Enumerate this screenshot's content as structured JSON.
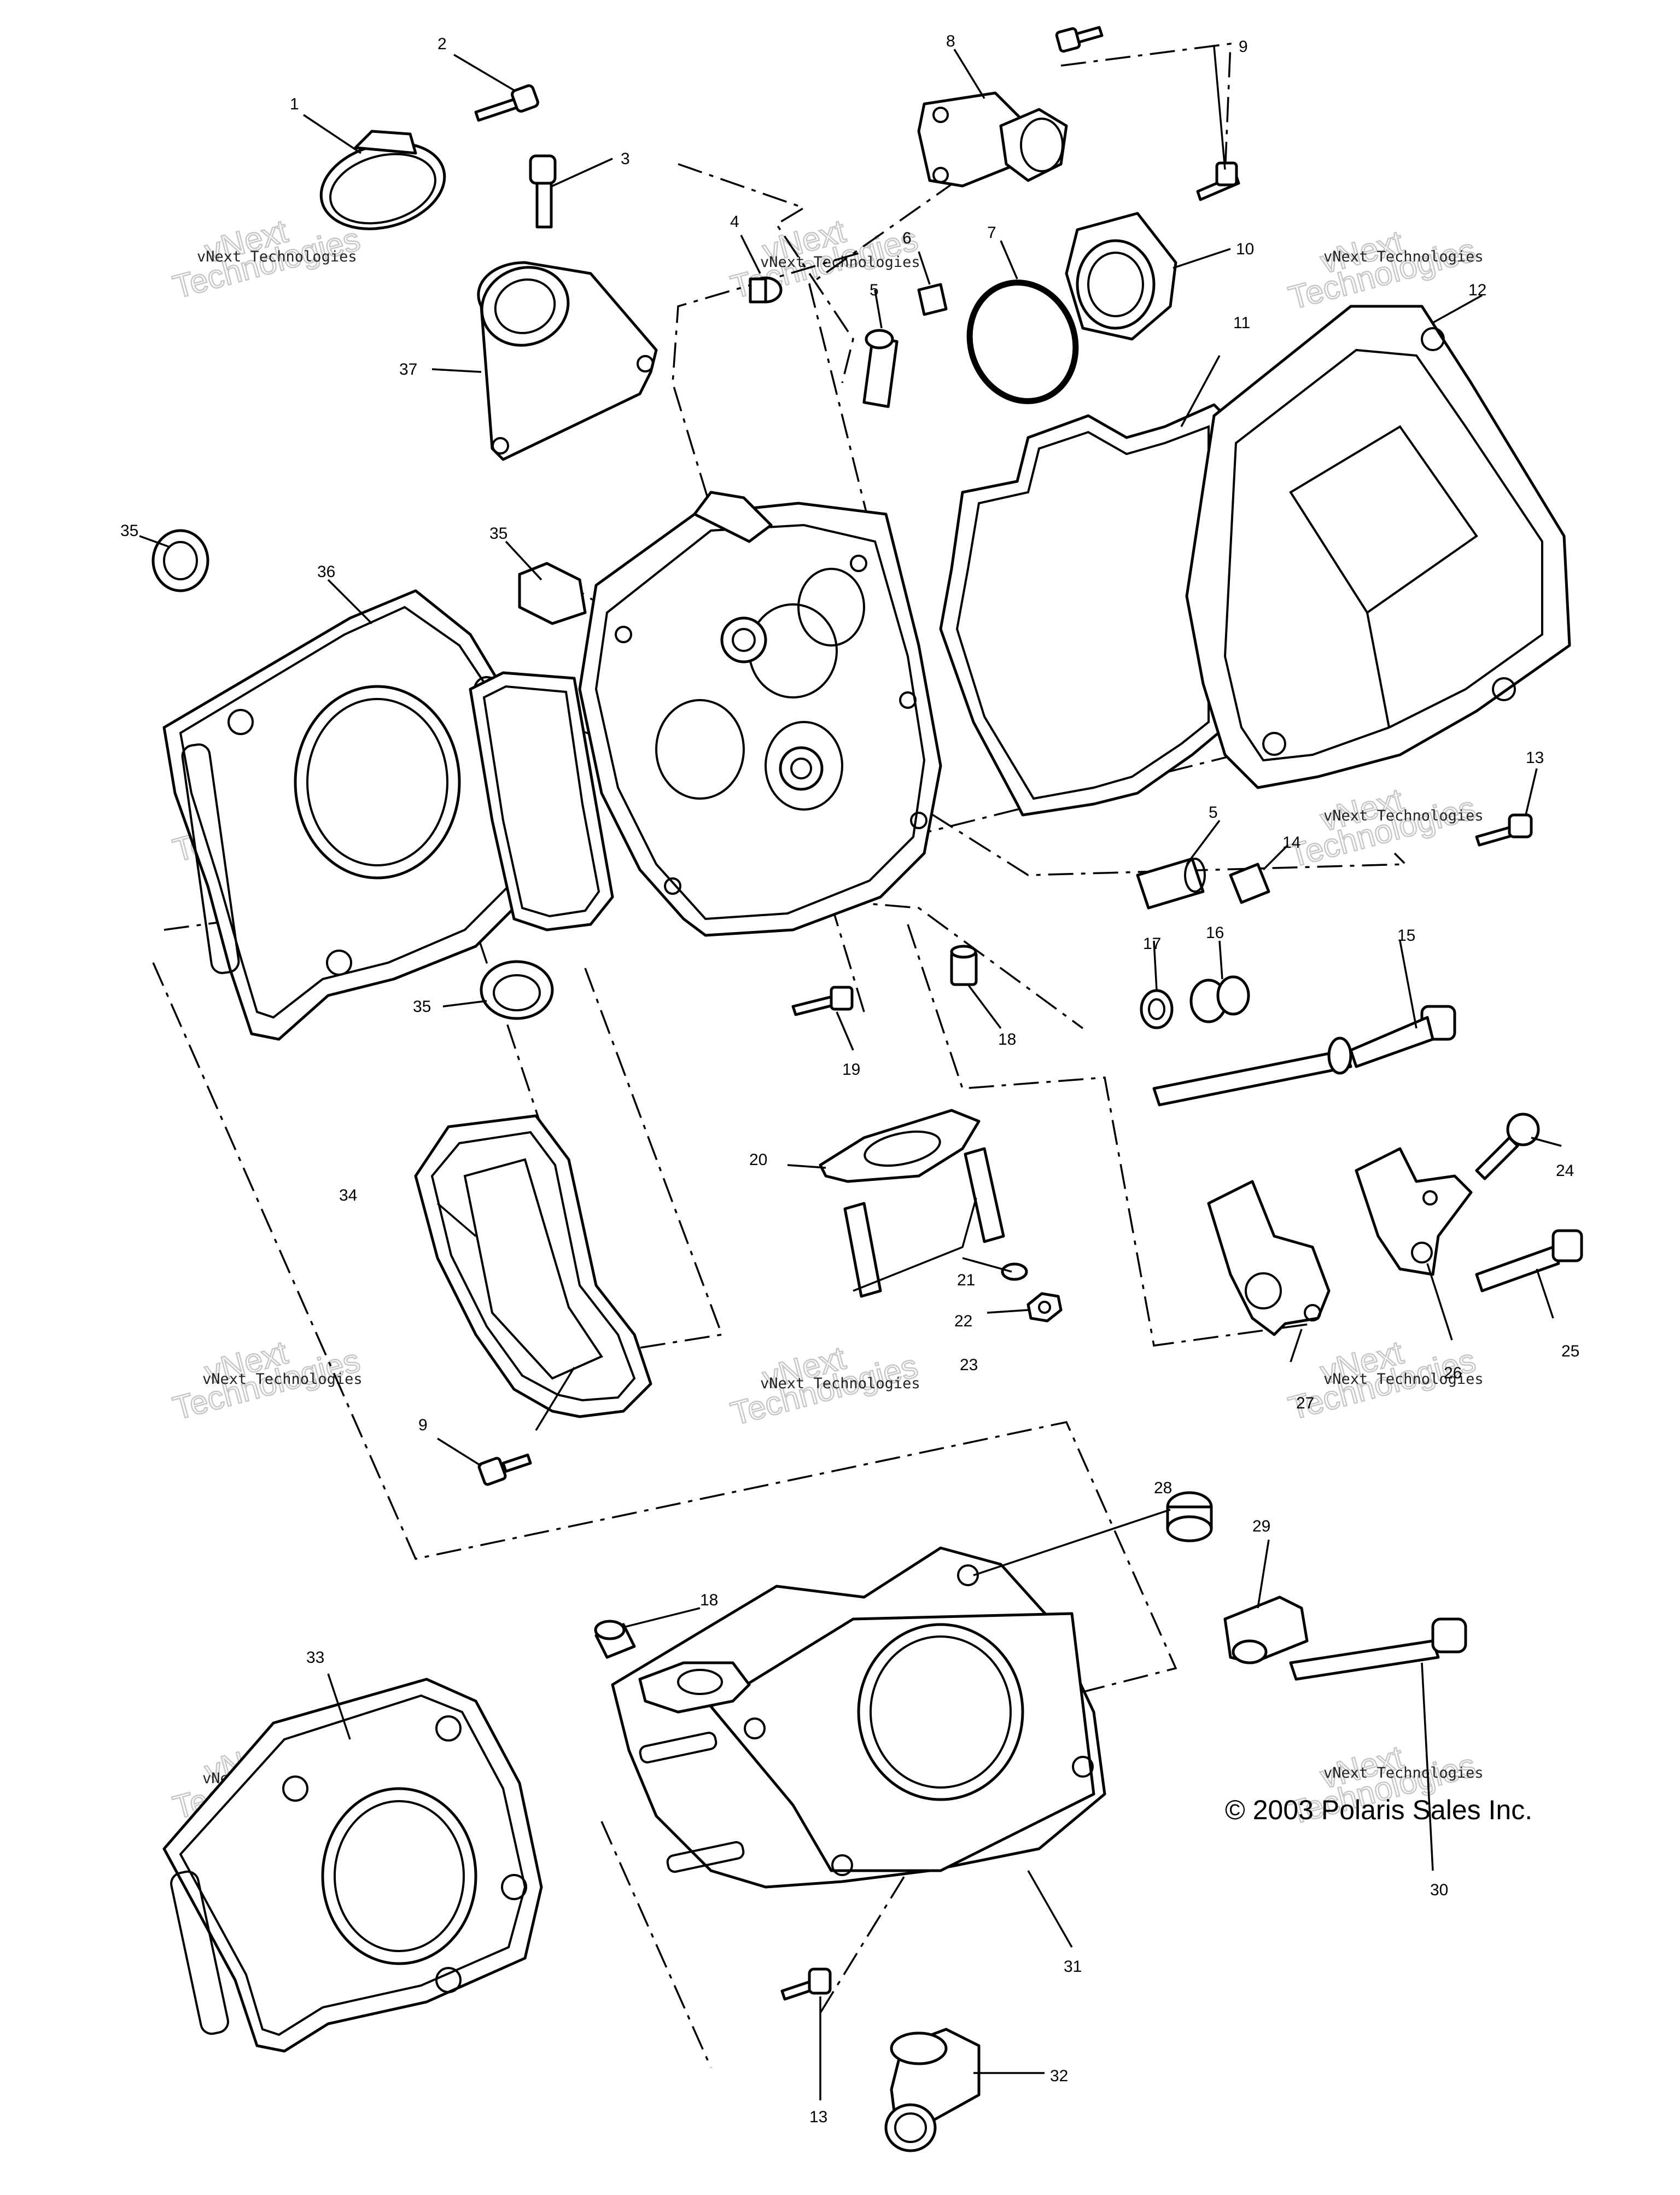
{
  "copyright": "© 2003 Polaris Sales Inc.",
  "watermark": {
    "line1": "vNext Technologies",
    "line2": "vNext",
    "line3": "Technologies"
  },
  "callouts": {
    "c1": "1",
    "c2": "2",
    "c3": "3",
    "c4": "4",
    "c5a": "5",
    "c5b": "5",
    "c6": "6",
    "c7": "7",
    "c8": "8",
    "c9a": "9",
    "c9b": "9",
    "c10": "10",
    "c11": "11",
    "c12": "12",
    "c13a": "13",
    "c13b": "13",
    "c14": "14",
    "c15": "15",
    "c16": "16",
    "c17": "17",
    "c18a": "18",
    "c18b": "18",
    "c19": "19",
    "c20": "20",
    "c21": "21",
    "c22": "22",
    "c23": "23",
    "c24": "24",
    "c25": "25",
    "c26": "26",
    "c27": "27",
    "c28": "28",
    "c29": "29",
    "c30": "30",
    "c31": "31",
    "c32": "32",
    "c33": "33",
    "c34": "34",
    "c35a": "35",
    "c35b": "35",
    "c35c": "35",
    "c36": "36",
    "c37": "37"
  }
}
